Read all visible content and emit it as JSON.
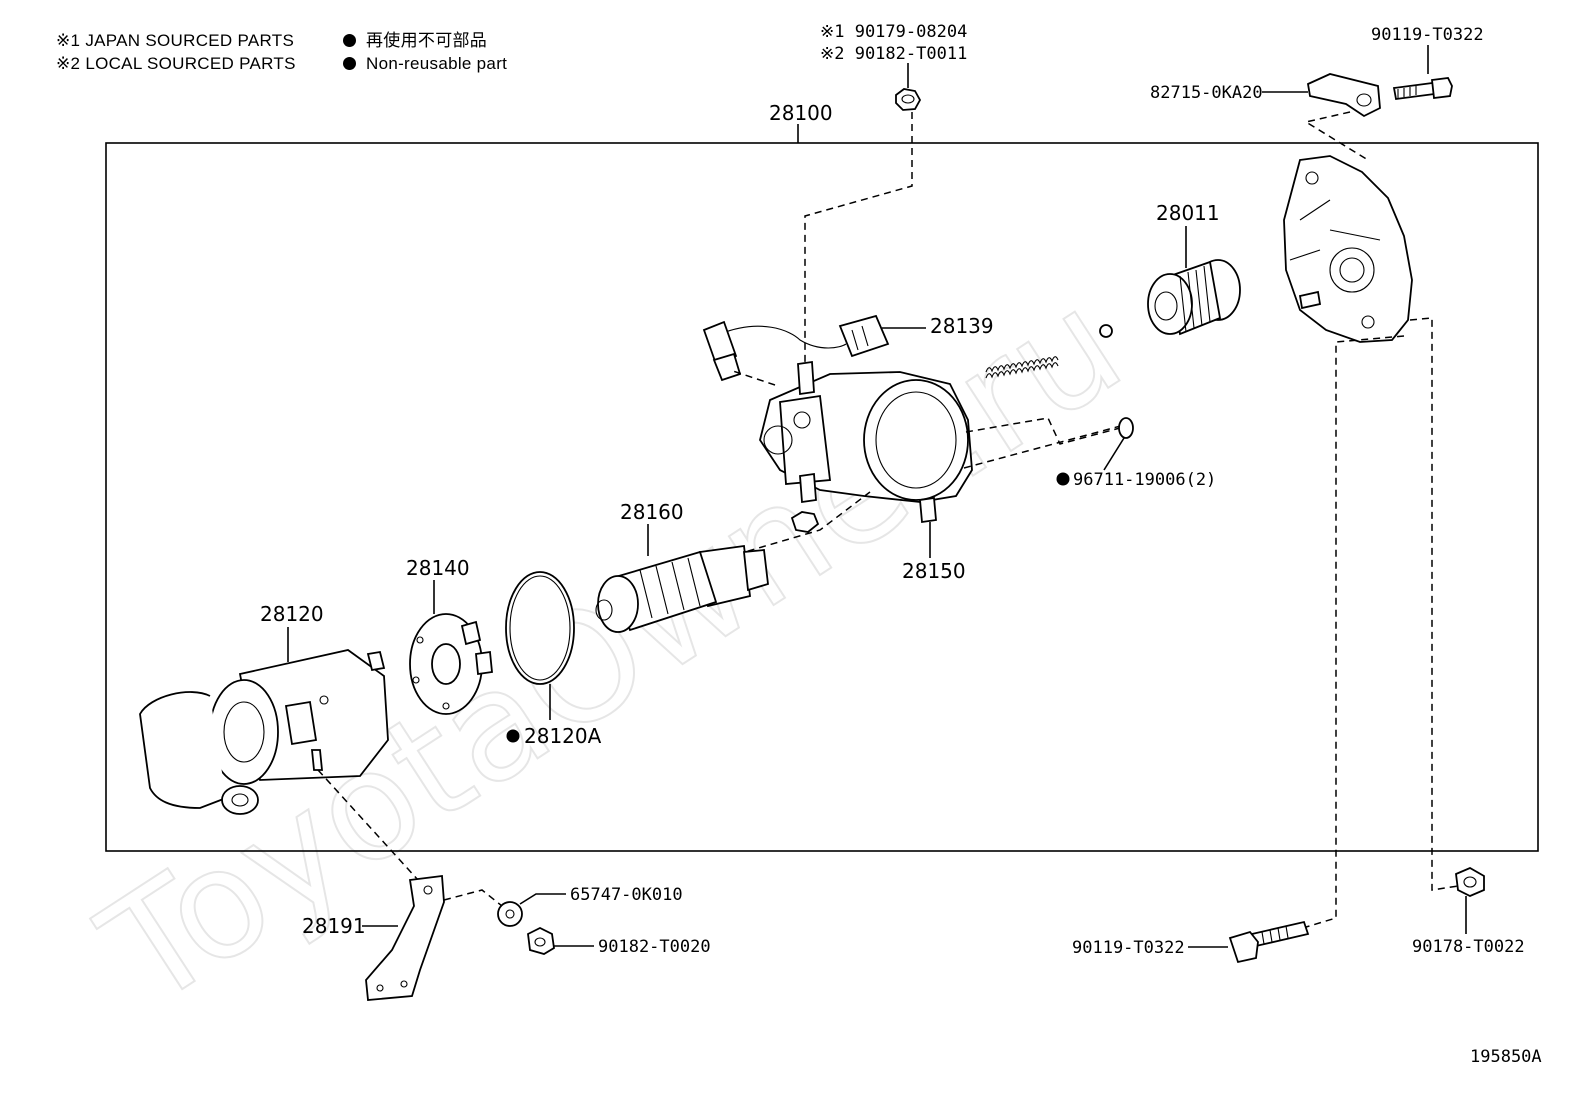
{
  "legend": {
    "japan_sourced": "※1 JAPAN SOURCED PARTS",
    "local_sourced": "※2 LOCAL SOURCED PARTS",
    "non_reusable_ja": "再使用不可部品",
    "non_reusable_en": "Non-reusable part"
  },
  "watermark": "ToyotaOwner.ru",
  "diagram_code": "195850A",
  "parts": {
    "p28100": "28100",
    "p28011": "28011",
    "p28139": "28139",
    "p28150": "28150",
    "p28160": "28160",
    "p28140": "28140",
    "p28120": "28120",
    "p28120A": "28120A",
    "p28191": "28191",
    "p96711": "96711-19006(2)",
    "p90179": "※1 90179-08204",
    "p90182_t0011": "※2 90182-T0011",
    "p90119_top": "90119-T0322",
    "p82715": "82715-0KA20",
    "p65747": "65747-0K010",
    "p90182_t0020": "90182-T0020",
    "p90119_bottom": "90119-T0322",
    "p90178": "90178-T0022"
  }
}
